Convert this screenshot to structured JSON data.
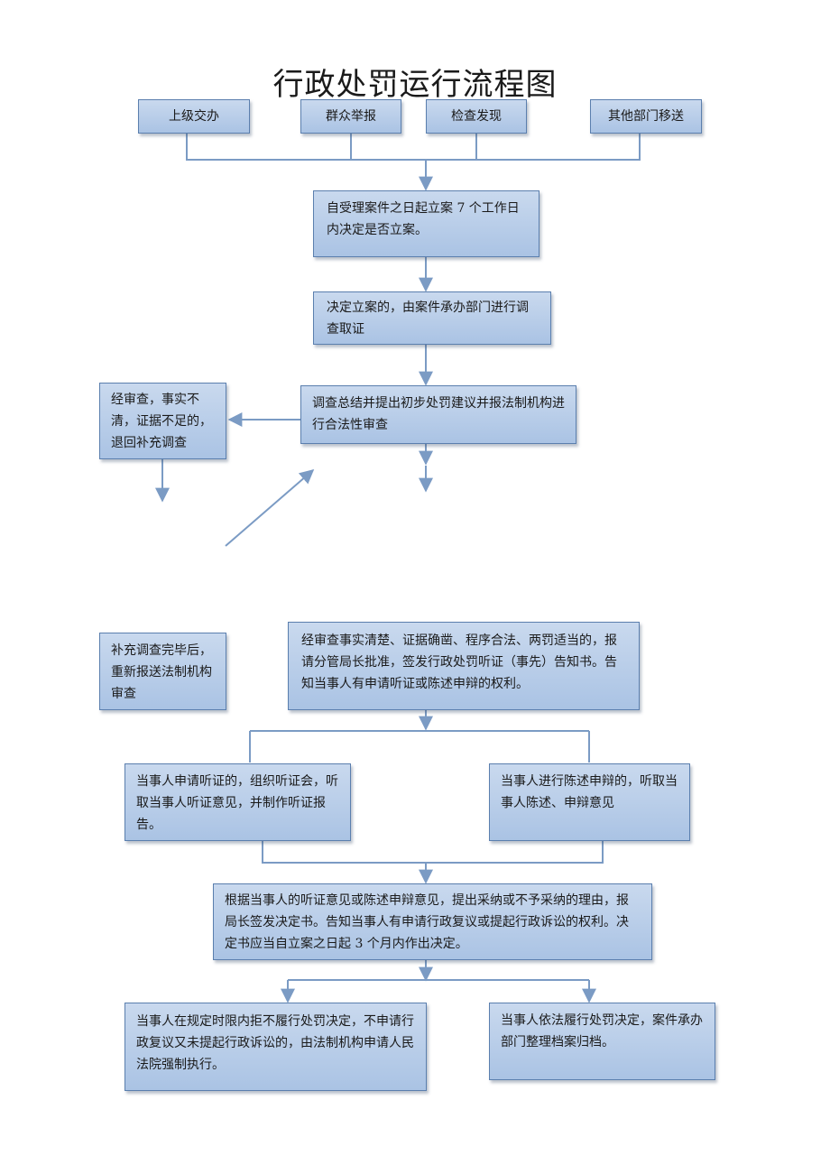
{
  "title": "行政处罚运行流程图",
  "sources": [
    "上级交办",
    "群众举报",
    "检查发现",
    "其他部门移送"
  ],
  "steps": {
    "file_case": "自受理案件之日起立案 7 个工作日内决定是否立案。",
    "investigate": "决定立案的，由案件承办部门进行调查取证",
    "legal_review": "调查总结并提出初步处罚建议并报法制机构进行合法性审查",
    "return_supplement": "经审查，事实不清，证据不足的，退回补充调查",
    "resubmit": "补充调查完毕后，重新报送法制机构审查",
    "approve_notice": "经审查事实清楚、证据确凿、程序合法、两罚适当的，报请分管局长批准，签发行政处罚听证（事先）告知书。告知当事人有申请听证或陈述申辩的权利。",
    "hearing": "当事人申请听证的，组织听证会，听取当事人听证意见，并制作听证报告。",
    "statement": "当事人进行陈述申辩的，听取当事人陈述、申辩意见",
    "decision": "根据当事人的听证意见或陈述申辩意见，提出采纳或不予采纳的理由，报局长签发决定书。告知当事人有申请行政复议或提起行政诉讼的权利。决定书应当自立案之日起 3 个月内作出决定。",
    "enforce": "当事人在规定时限内拒不履行处罚决定，不申请行政复议又未提起行政诉讼的，由法制机构申请人民法院强制执行。",
    "archive": "当事人依法履行处罚决定，案件承办部门整理档案归档。"
  },
  "colors": {
    "box_fill": "#b8cde9",
    "box_border": "#5b7fae",
    "connector": "#7b9bc4"
  }
}
